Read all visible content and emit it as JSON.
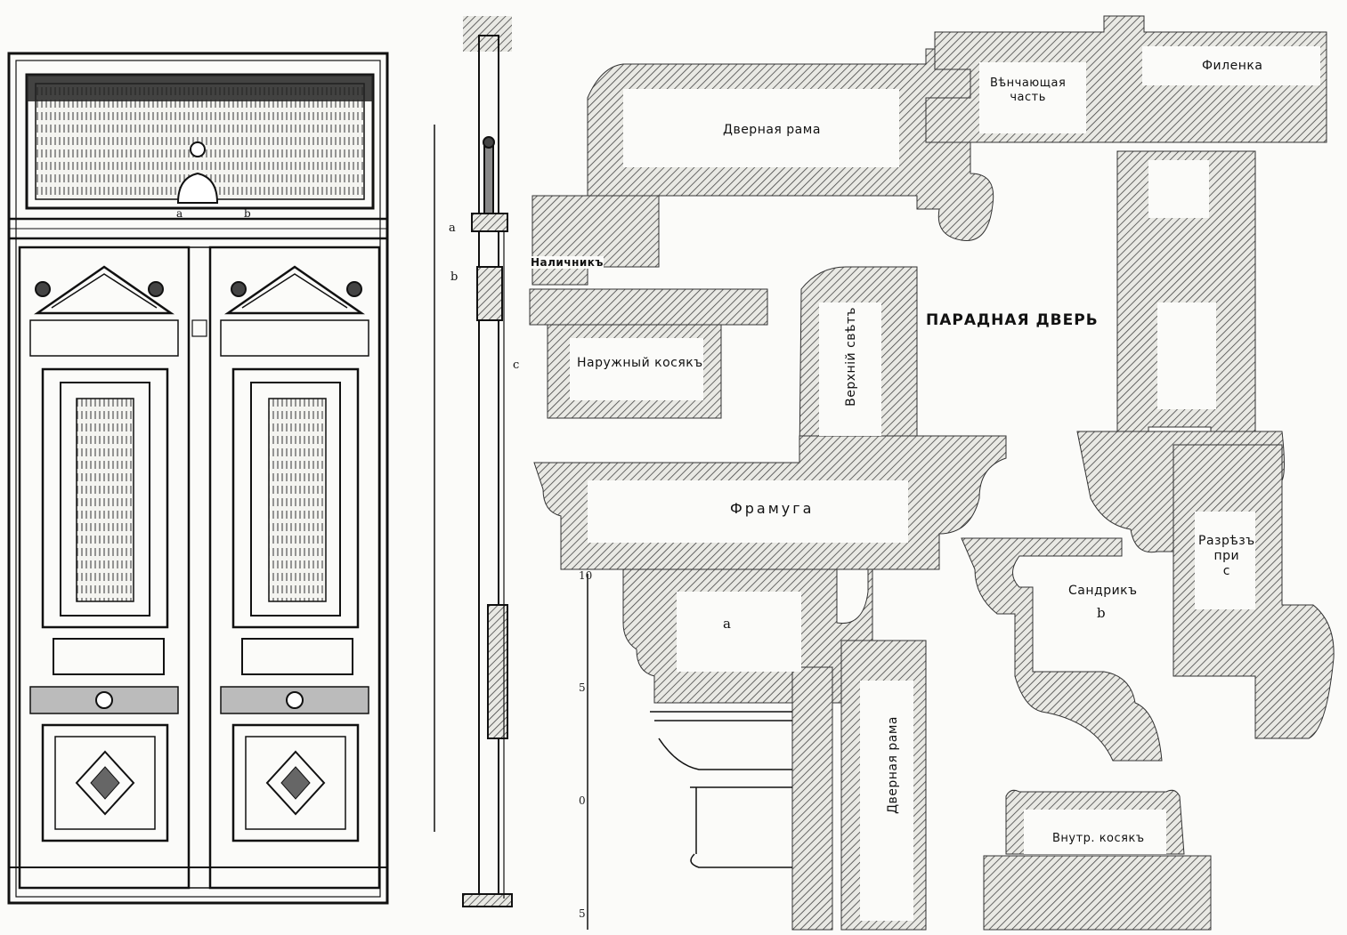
{
  "title": "ПАРАДНАЯ ДВЕРЬ",
  "labels": {
    "door_frame_top": "Дверная рама",
    "crowning_part": "Вѣнчающая\nчасть",
    "panel": "Филенка",
    "reveal": "Наличникъ",
    "outer_jamb": "Наружный косякъ",
    "top_light": "Верхнiй свѣтъ",
    "transom": "Фрамуга",
    "sandrik": "Сандрикъ",
    "sandrik_mark": "b",
    "section_at_c": "Разрѣзъ\nпри\nc",
    "door_frame_vertical": "Дверная рама",
    "inner_jamb": "Внутр. косякъ",
    "detail_a": "a"
  },
  "section_marks": {
    "a": "a",
    "b": "b",
    "c": "c"
  },
  "door_marks": {
    "a": "a",
    "b": "b"
  },
  "scale_ticks": [
    "10",
    "5",
    "0",
    "5"
  ],
  "colors": {
    "ink": "#111111",
    "paper": "#fbfbf9",
    "hatch": "#444444"
  }
}
